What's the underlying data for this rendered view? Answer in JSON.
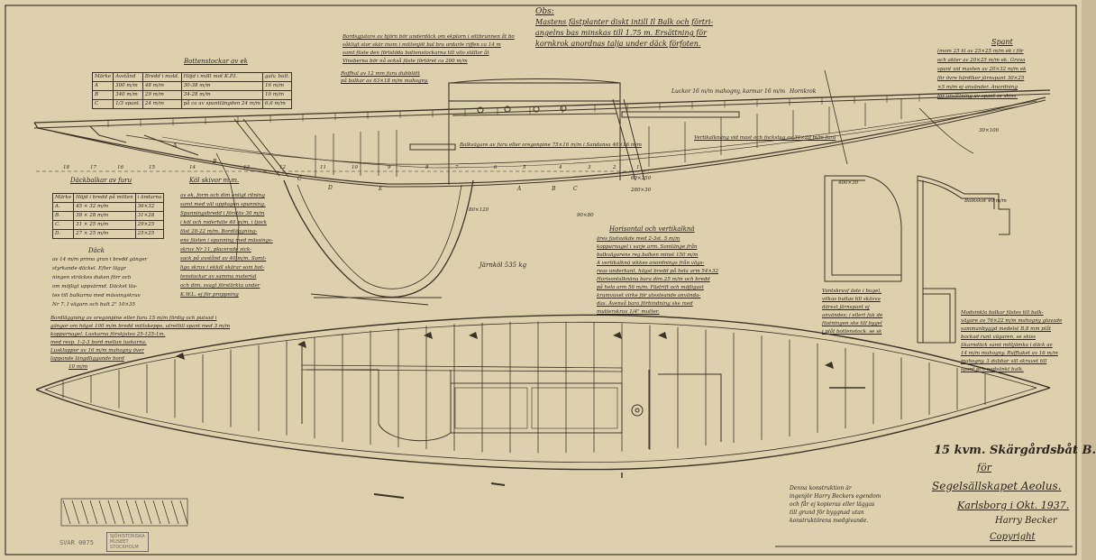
{
  "notes": {
    "obs_title": "Obs:",
    "obs_lines": [
      "Mastens fästplanter diskt intill Il Balk och förtri-",
      "angelns bas minskas till 1.75 m. Ersättning för",
      "kornkrok anordnas talja under däck förfoten."
    ],
    "bottenstockar_title": "Bottenstockar av ek",
    "deck_beam_note": [
      "Bordsgjutare av björn bör underdäck om ekplorn i sittbrunnen åt bo",
      "såkligt stor skär inom i mittenjöt bal bra ordarle riffen ca 14 m",
      "samt fäste den förlstöda bottenstockarna till vilo ställor åt",
      "Vinsberna bör nå också fäste förtöret ca 200 m/m"
    ],
    "roofsheer_note": [
      "Roffhal av 12 mm furu dubblätt",
      "på balkar av 63×18 m/m mahogny."
    ],
    "luckor_note": "Luckor 16 m/m mahogny, karmar 16 m/m",
    "hornkrok_note": "Hornkrok",
    "vertical_knee_note": "Vertikalknäng vid mast och fockstag av 30×20 m/m furu",
    "balkvagare_note": "Balkvägare av furu eller oregonpine 75×16 m/m i Sandansa 40×16 m/m",
    "spant_title": "Spant",
    "spant_lines": [
      "(mom 25 kl av 25×25 m/m ek i för",
      "och akter av 20×25 m/m ek. Grova",
      "spant vid masten av 20×32 m/m ek",
      "för övre härdiker järnspant 30×25",
      "×5 m/m ej använder. Anordning",
      "för ursättning av spant se skiss."
    ],
    "dack_title": "Däckbalkar av furu",
    "kol_title": "Köl skivor m.m.",
    "kol_lines": [
      "av ek, form och dim enligt ritning",
      "samt med väl upptagen spunning.",
      "Spunningsbredd i förstäv 30 m/m",
      "i köl och roderhäle 40 m/m, i tjock",
      "fäst 28-22 m/m. Bordläggning-",
      "ens fästen i spunning med mässings-",
      "skruv Nr 11, placerade sick-",
      "sack på avstånd av 40 m/m. Samt-",
      "liga skruv i ekköl skärar som bot-",
      "tenstockar av samma material",
      "och dim. svagt förstärkta under",
      "K.W.L. ej för proppning"
    ],
    "dack_body": [
      "Däck",
      "av 14 m/m prima gran i bredd gänger",
      "styrkande däckel. Efter läggr",
      "ningen sträckes duken förr och",
      "om möjligt uppvärmd. Däcket läs-",
      "tes till balkarna med mässingskruv",
      "Nr 7. I vägarn och bult 2\" 10×35"
    ],
    "bordlaggning_lines": [
      "Bordläggning av oregonpine eller furu 15 m/m färdig och putsad i",
      "gängor om högst 100 m/m bredd mittskepps, utrettill spant med 3 m/m",
      "kopparnagel. Luskarna förskjutes 25-125-1m.",
      "med resp. 1-2-3 bord mellan luskarna.",
      "Luskluppor av 16 m/m mahogny över",
      "lappande längdliggande bord",
      "10 m/m"
    ],
    "jarnkol_label": "Järnköl 535 kg",
    "horizontal_title": "Horisontal och vertikalknä",
    "horizontal_lines": [
      "äres fastsvikde med 2-3st. 5 m/m",
      "kopparnagel i varje arm. Somlänge från",
      "balkvägarens reg.balken minst 150 m/m",
      "A vertikalknä vikkes anordnings från vägs-",
      "reas underkant, högst bredd på hela arm 54×32",
      "Horisontalknäna bara dim.25 m/m och bredd",
      "på hela arm 56 m/m. Fästrift och möjligast",
      "krumvuxet virke för utesteande använda-",
      "das. Ävenså bara förbindning ske med",
      "mutterskruv 1/4\" mutter."
    ],
    "vantskruv_lines": [
      "Vantskruvf äste i bugel,",
      "vilkas bultas till skävva",
      "därest järnspant ej",
      "användes; i ellert fak de",
      "fästningen ske till bygel",
      "i plåt bottenstock. se sk"
    ],
    "mod_balkar_lines": [
      "Modvinkla balkar fästes till balk-",
      "vägare av 76×22 m/m mahogny glavade",
      "sammanbyggd medelst B.8 mm plåt",
      "bockad runt vägaren, se skiss",
      "Skarndäck samt mittjämka i däck av",
      "14 m/m mahogny. Rufftaket av 16 m/m",
      "mahogny. 3 dubbar väl skruvet till",
      "spant och nedsänkt balk."
    ],
    "balkskot_label": "Balkskot 40 m/m",
    "section_dims": [
      "400×30",
      "280×30",
      "80×120",
      "90×80",
      "60×250",
      "30×100"
    ],
    "station_numbers": [
      "18",
      "17",
      "16",
      "15",
      "14",
      "13",
      "12",
      "11",
      "10",
      "9",
      "8",
      "7",
      "6",
      "5",
      "4",
      "3",
      "2",
      "1"
    ],
    "section_letters": [
      "A",
      "B",
      "C",
      "D",
      "E",
      "A",
      "B",
      "C"
    ],
    "copyright_note": [
      "Denna konstruktion är",
      "ingenjör Harry Beckers egendom",
      "och får ej kopieras eller läggas",
      "till grund för byggnad utan",
      "konstruktörens medgivande."
    ],
    "stamp_lines": [
      "SJÖHISTORISKA",
      "MUSEET",
      "STOCKHOLM"
    ],
    "archive_no": "SVAR 0075"
  },
  "tables": {
    "bottenstockar": {
      "headers": [
        "Märke",
        "Avstånd",
        "Bredd i mold.",
        "Höjd i mölt mot K.P.I.",
        "galv. bult."
      ],
      "rows": [
        [
          "A",
          "300 m/m",
          "48 m/m",
          "30-38 m/m",
          "16 m/m"
        ],
        [
          "B",
          "340 m/m",
          "29 m/m",
          "34-28 m/m",
          "10 m/m"
        ],
        [
          "C",
          "1/3 spant.",
          "24 m/m",
          "på ca av spantlängden 24 m/m",
          "6,6 m/m"
        ]
      ]
    },
    "dackbalkar": {
      "headers": [
        "Märke",
        "Höjd i bredd på mitten",
        "i ändarna"
      ],
      "rows": [
        [
          "A.",
          "45 × 32 m/m",
          "36×32"
        ],
        [
          "B.",
          "38 × 28 m/m",
          "31×28"
        ],
        [
          "C.",
          "31 × 25 m/m",
          "29×25"
        ],
        [
          "D.",
          "27 × 25 m/m",
          "25×25"
        ]
      ]
    }
  },
  "title_block": {
    "title": "15 kvm. Skärgårdsbåt B.",
    "for_label": "för",
    "club": "Segelsällskapet Aeolus.",
    "place_date": "Karlsborg i Okt. 1937.",
    "signature": "Harry Becker",
    "copyright": "Copyright"
  }
}
